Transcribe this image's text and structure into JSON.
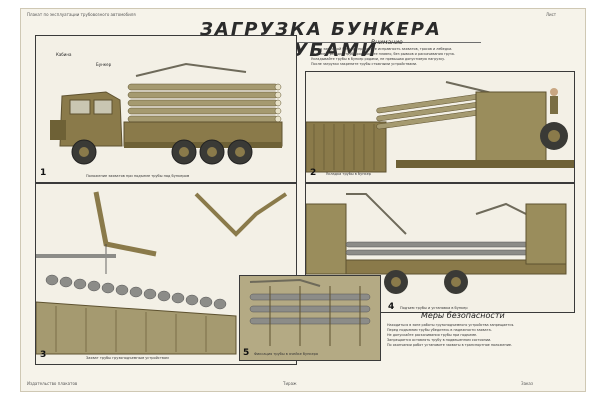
{
  "poster": {
    "title": "ЗАГРУЗКА БУНКЕРА ТРУБАМИ",
    "header_left": "Плакат по эксплуатации трубовозного автомобиля",
    "header_right": "Лист",
    "footer_left": "Издательство плакатов",
    "footer_center": "Тираж",
    "footer_right": "Заказ"
  },
  "intro": {
    "heading": "Внимание",
    "text": [
      "Перед загрузкой бункера проверьте исправность захватов, тросов и лебедки.",
      "Подъем и укладку труб производите плавно, без рывков и раскачивания груза.",
      "Укладывайте трубы в бункер рядами, не превышая допустимую нагрузку.",
      "После загрузки закрепите трубы стяжными устройствами."
    ]
  },
  "panels": [
    {
      "number": "1",
      "caption": "Положение захватов при подъеме трубы над бункером"
    },
    {
      "number": "2",
      "caption": "Укладка трубы в бункер"
    },
    {
      "number": "3",
      "caption": "Захват трубы грузоподъемным устройством"
    },
    {
      "number": "4",
      "caption": "Подъем трубы и установка в бункер"
    },
    {
      "number": "5",
      "caption": "Фиксация трубы в ячейке бункера"
    }
  ],
  "callouts": {
    "c1": "Кабина",
    "c2": "Бункер"
  },
  "safety": {
    "heading": "Меры безопасности",
    "lines": [
      "Находиться в зоне работы грузоподъемного устройства запрещается.",
      "Перед подъемом трубы убедитесь в надежности захвата.",
      "Не допускайте раскачивания трубы при подъеме.",
      "Запрещается оставлять трубу в подвешенном состоянии.",
      "По окончании работ установите захваты в транспортное положение."
    ]
  },
  "colors": {
    "olive": "#8a7a4a",
    "olive_dark": "#5e5230",
    "steel": "#8c8c88",
    "tire": "#3a3a36",
    "paper": "#f6f3ea"
  }
}
